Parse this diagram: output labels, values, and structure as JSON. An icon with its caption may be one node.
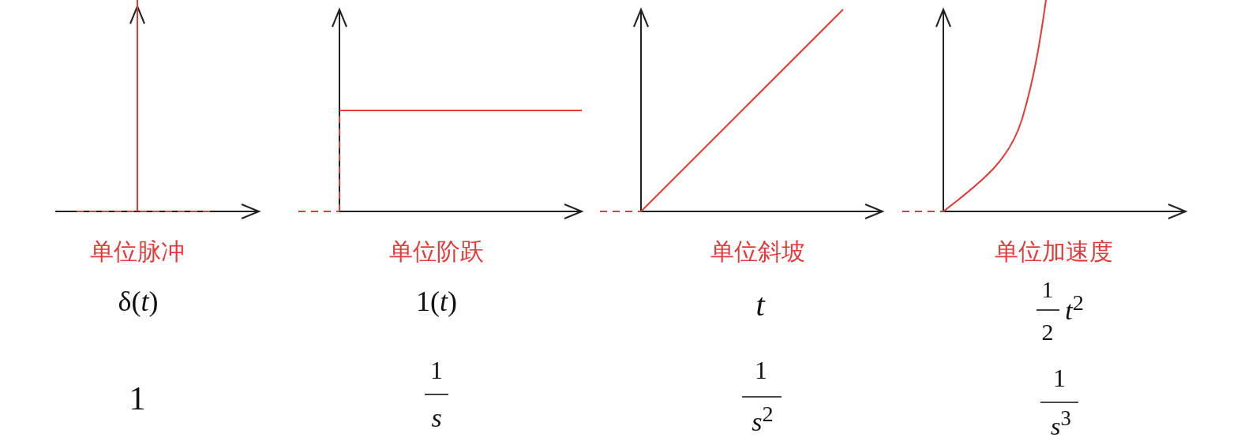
{
  "diagram": {
    "labels": [
      "单位脉冲",
      "单位阶跃",
      "单位斜坡",
      "单位加速度",
      "δ(*t*)",
      "1(*t*)",
      "t",
      "1",
      "2",
      "*t*$^{2}$",
      "1",
      "1",
      "*s*",
      "1",
      "*s*$^{2}$",
      "1",
      "*s*$^{3}$"
    ]
  }
}
